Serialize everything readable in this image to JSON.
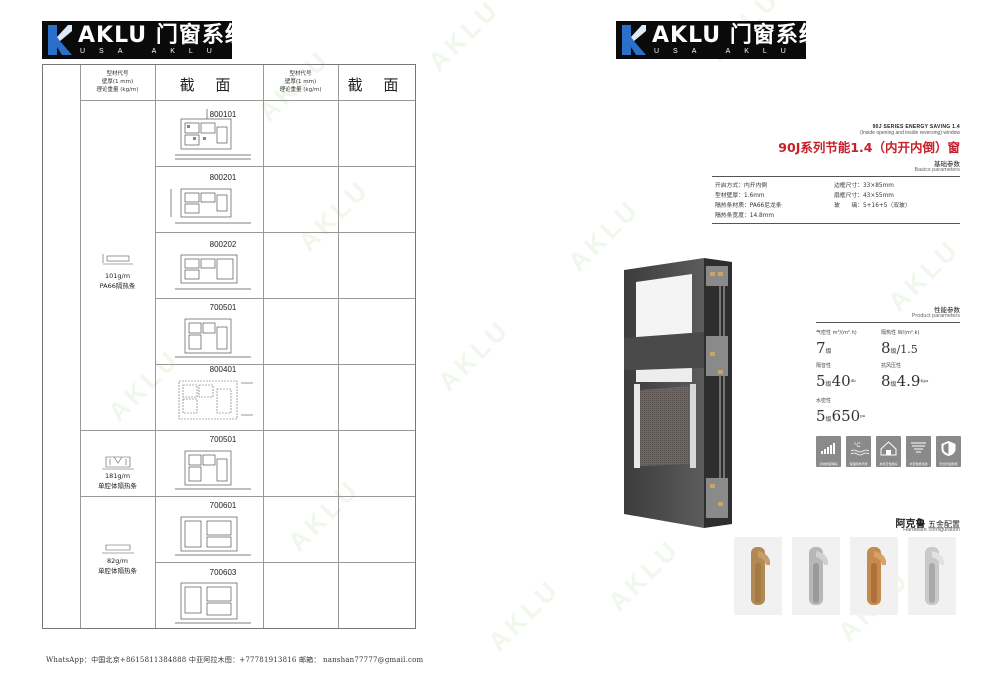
{
  "logo": {
    "brand": "AKLU 门窗系统",
    "sub": "USA AKLU"
  },
  "table": {
    "header_small": [
      "型材代号",
      "壁厚(1 mm)",
      "理论重量 (kg/m)"
    ],
    "header_big": "截 面",
    "profiles": [
      "800101",
      "800201",
      "800202",
      "700501",
      "800401",
      "700501",
      "700601",
      "700603"
    ],
    "strips": [
      {
        "weight": "101g/m",
        "name": "PA66隔热条"
      },
      {
        "weight": "181g/m",
        "name": "单腔体隔热条"
      },
      {
        "weight": "82g/m",
        "name": "单腔体隔热条"
      }
    ]
  },
  "series": {
    "en": "90J SERIES ENERGY SAVING 1.4",
    "en_sub": "(Inside opening and inside reversing) window",
    "cn": "90J系列节能1.4（内开内倒）窗"
  },
  "basic": {
    "title_cn": "基础参数",
    "title_en": "Basics parameters",
    "left": [
      "开启方式：内开内倒",
      "型材壁厚：1.6mm",
      "隔热条材质：PA66尼龙条",
      "隔热条宽度：14.8mm"
    ],
    "right": [
      "边框尺寸：33×85mm",
      "扇框尺寸：43×55mm",
      "玻　　璃：5+16+5（双玻）"
    ]
  },
  "performance": {
    "title_cn": "性能参数",
    "title_en": "Product parameters",
    "items": [
      {
        "label": "气密性 m³/(m².h)",
        "value": "7",
        "unit": "级"
      },
      {
        "label": "隔热性 W/(m².k)",
        "value": "8",
        "unit": "级",
        "extra": "/1.5"
      },
      {
        "label": "隔音性",
        "value": "5",
        "unit": "级",
        "extra": "40",
        "extra_unit": "db"
      },
      {
        "label": "抗风压性",
        "value": "8",
        "unit": "级",
        "extra": "4.9",
        "extra_unit": "Kpa"
      },
      {
        "label": "水密性",
        "value": "5",
        "unit": "级",
        "extra": "650",
        "extra_unit": "pa"
      }
    ]
  },
  "features": [
    {
      "icon": "sound-insulation-icon",
      "caption": "高效隔音降噪"
    },
    {
      "icon": "thermal-icon",
      "caption": "保温隔热节能"
    },
    {
      "icon": "house-icon",
      "caption": "抗风压性能好"
    },
    {
      "icon": "water-icon",
      "caption": "水密性能优越"
    },
    {
      "icon": "shield-icon",
      "caption": "安全防盗耐用"
    }
  ],
  "hardware": {
    "brand": "阿克鲁",
    "title_cn": "五金配置",
    "title_en": "Hardware configuration"
  },
  "footer": "WhatsApp：中国北京+8615811384888   中亚阿拉木图：+77781913816  邮箱：   nanshan77777@gmail.com",
  "colors": {
    "accent": "#c6202b",
    "frame": "#4a4a4a"
  }
}
